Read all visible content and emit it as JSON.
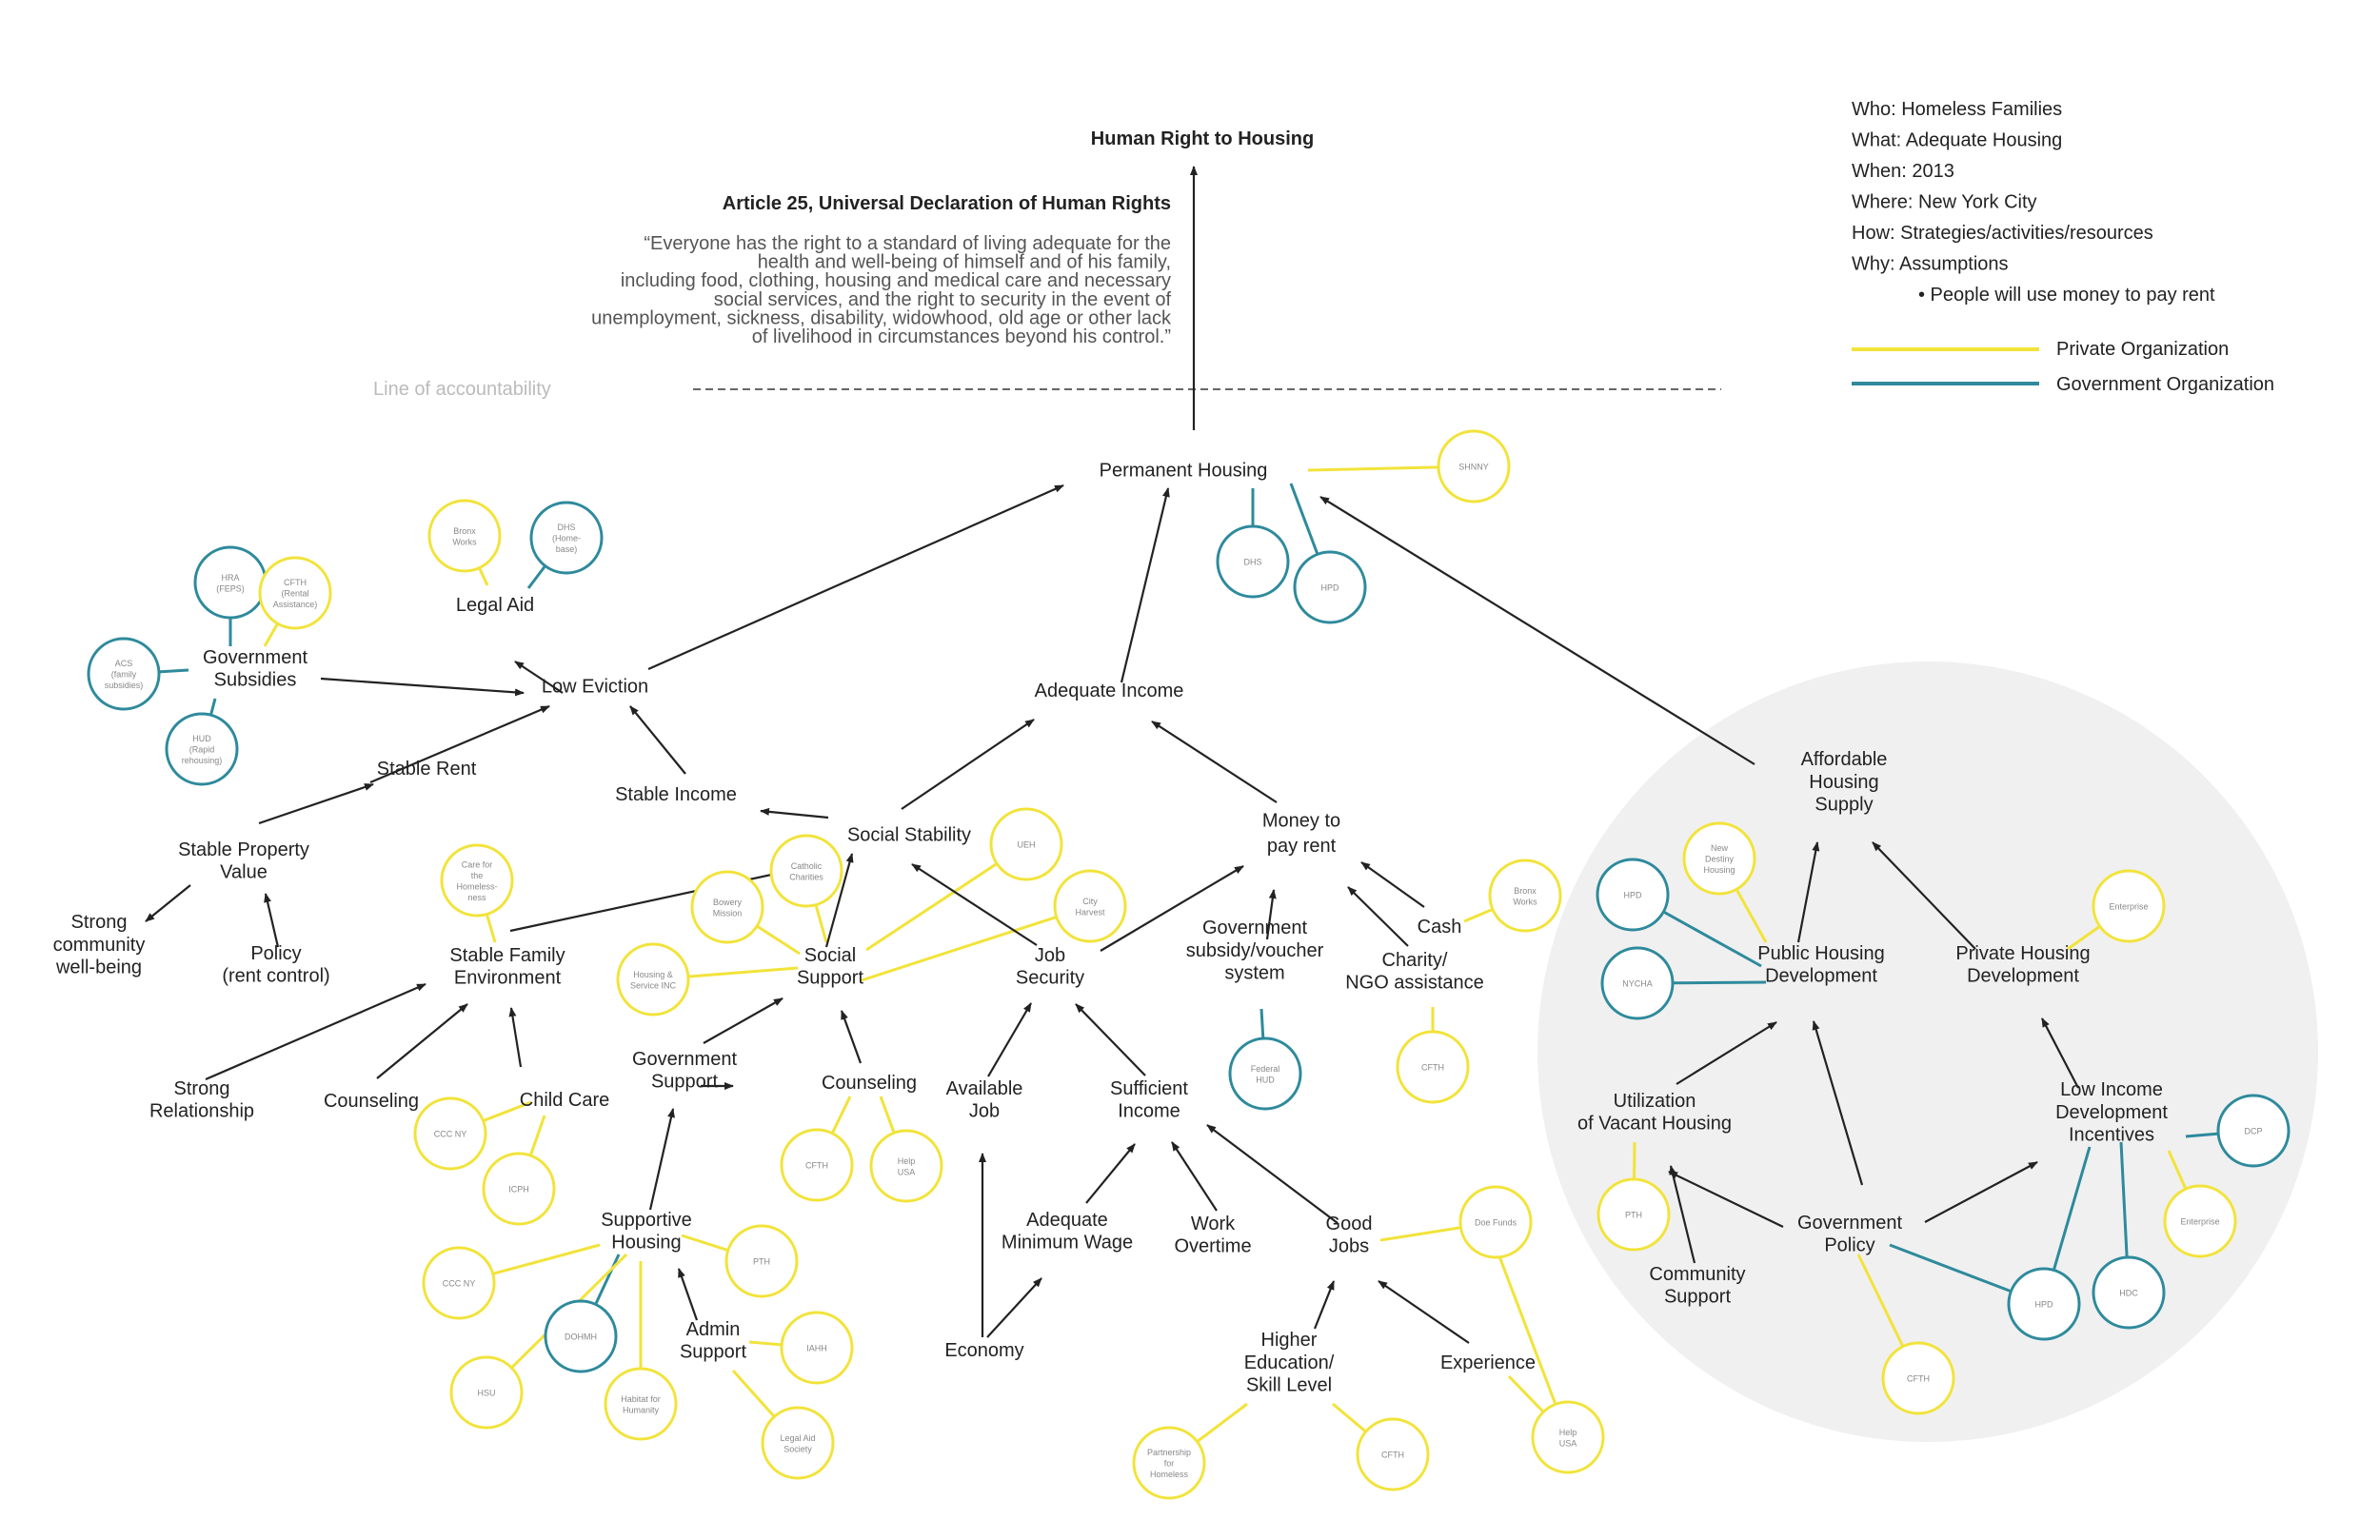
{
  "title": "Human Right to Housing",
  "article": {
    "heading": "Article 25, Universal Declaration of Human Rights",
    "quote_lines": [
      "“Everyone has the right to a standard of living adequate for the",
      "health and well-being of himself and of his family,",
      "including food, clothing, housing and medical care and necessary",
      "social services, and the right to security in the event of",
      "unemployment, sickness, disability, widowhood, old age or other lack",
      "of livelihood in circumstances beyond his control.”"
    ]
  },
  "line_of_accountability": "Line of accountability",
  "info": {
    "lines": [
      "Who: Homeless Families",
      "What: Adequate Housing",
      "When: 2013",
      "Where: New York City",
      "How: Strategies/activities/resources",
      "Why: Assumptions"
    ],
    "bullet": "• People will use money to pay rent"
  },
  "legend": [
    {
      "label": "Private Organization",
      "color": "#f2e33a"
    },
    {
      "label": "Government Organization",
      "color": "#2e8a9c"
    }
  ],
  "colors": {
    "private": "#f2e33a",
    "government": "#2e8a9c",
    "arrow": "#222222",
    "connector": "#555555",
    "region": "#f0f0f0"
  },
  "nodes": [
    {
      "id": "permanent-housing",
      "lines": [
        "Permanent Housing"
      ]
    },
    {
      "id": "legal-aid",
      "lines": [
        "Legal Aid"
      ]
    },
    {
      "id": "government-subsidies",
      "lines": [
        "Government",
        "Subsidies"
      ]
    },
    {
      "id": "low-eviction",
      "lines": [
        "Low Eviction"
      ]
    },
    {
      "id": "adequate-income",
      "lines": [
        "Adequate Income"
      ]
    },
    {
      "id": "stable-rent",
      "lines": [
        "Stable Rent"
      ]
    },
    {
      "id": "stable-income",
      "lines": [
        "Stable Income"
      ]
    },
    {
      "id": "social-stability",
      "lines": [
        "Social Stability"
      ]
    },
    {
      "id": "money-to-pay-rent",
      "lines": [
        "Money to",
        "pay rent"
      ]
    },
    {
      "id": "stable-property-value",
      "lines": [
        "Stable Property",
        "Value"
      ]
    },
    {
      "id": "strong-community",
      "lines": [
        "Strong",
        "community",
        "well-being"
      ]
    },
    {
      "id": "policy",
      "lines": [
        "Policy",
        "(rent control)"
      ]
    },
    {
      "id": "stable-family",
      "lines": [
        "Stable Family",
        "Environment"
      ]
    },
    {
      "id": "social-support",
      "lines": [
        "Social",
        "Support"
      ]
    },
    {
      "id": "job-security",
      "lines": [
        "Job",
        "Security"
      ]
    },
    {
      "id": "cash",
      "lines": [
        "Cash"
      ]
    },
    {
      "id": "gov-subsidy-voucher",
      "lines": [
        "Government",
        "subsidy/voucher",
        "system"
      ]
    },
    {
      "id": "charity",
      "lines": [
        "Charity/",
        "NGO assistance"
      ]
    },
    {
      "id": "government-support",
      "lines": [
        "Government",
        "Support"
      ]
    },
    {
      "id": "counseling-2",
      "lines": [
        "Counseling"
      ]
    },
    {
      "id": "strong-relationship",
      "lines": [
        "Strong",
        "Relationship"
      ]
    },
    {
      "id": "counseling",
      "lines": [
        "Counseling"
      ]
    },
    {
      "id": "child-care",
      "lines": [
        "Child Care"
      ]
    },
    {
      "id": "available-job",
      "lines": [
        "Available",
        "Job"
      ]
    },
    {
      "id": "sufficient-income",
      "lines": [
        "Sufficient",
        "Income"
      ]
    },
    {
      "id": "supportive-housing",
      "lines": [
        "Supportive",
        "Housing"
      ]
    },
    {
      "id": "adequate-min-wage",
      "lines": [
        "Adequate",
        "Minimum Wage"
      ]
    },
    {
      "id": "work-overtime",
      "lines": [
        "Work",
        "Overtime"
      ]
    },
    {
      "id": "good-jobs",
      "lines": [
        "Good",
        "Jobs"
      ]
    },
    {
      "id": "admin-support",
      "lines": [
        "Admin",
        "Support"
      ]
    },
    {
      "id": "economy",
      "lines": [
        "Economy"
      ]
    },
    {
      "id": "higher-education",
      "lines": [
        "Higher",
        "Education/",
        "Skill Level"
      ]
    },
    {
      "id": "experience",
      "lines": [
        "Experience"
      ]
    },
    {
      "id": "affordable-housing",
      "lines": [
        "Affordable",
        "Housing",
        "Supply"
      ]
    },
    {
      "id": "public-housing",
      "lines": [
        "Public Housing",
        "Development"
      ]
    },
    {
      "id": "private-housing",
      "lines": [
        "Private Housing",
        "Development"
      ]
    },
    {
      "id": "vacant-housing",
      "lines": [
        "Utilization",
        "of Vacant Housing"
      ]
    },
    {
      "id": "low-income-incentives",
      "lines": [
        "Low Income",
        "Development",
        "Incentives"
      ]
    },
    {
      "id": "government-policy",
      "lines": [
        "Government",
        "Policy"
      ]
    },
    {
      "id": "community-support",
      "lines": [
        "Community",
        "Support"
      ]
    }
  ],
  "organizations": [
    {
      "id": "shnny",
      "lines": [
        "SHNNY"
      ],
      "kind": "private"
    },
    {
      "id": "dhs",
      "lines": [
        "DHS"
      ],
      "kind": "government"
    },
    {
      "id": "hpd",
      "lines": [
        "HPD"
      ],
      "kind": "government"
    },
    {
      "id": "bronx-works",
      "lines": [
        "Bronx",
        "Works"
      ],
      "kind": "private"
    },
    {
      "id": "dhs-home-base",
      "lines": [
        "DHS",
        "(Home-",
        "base)"
      ],
      "kind": "government"
    },
    {
      "id": "hra",
      "lines": [
        "HRA",
        "(FEPS)"
      ],
      "kind": "government"
    },
    {
      "id": "cfth-rental",
      "lines": [
        "CFTH",
        "(Rental",
        "Assistance)"
      ],
      "kind": "private"
    },
    {
      "id": "acs",
      "lines": [
        "ACS",
        "(family",
        "subsidies)"
      ],
      "kind": "government"
    },
    {
      "id": "hud-rapid",
      "lines": [
        "HUD",
        "(Rapid",
        "rehousing)"
      ],
      "kind": "government"
    },
    {
      "id": "care-homeless",
      "lines": [
        "Care for",
        "the",
        "Homeless-",
        "ness"
      ],
      "kind": "private"
    },
    {
      "id": "catholic-charities",
      "lines": [
        "Catholic",
        "Charities"
      ],
      "kind": "private"
    },
    {
      "id": "ueh",
      "lines": [
        "UEH"
      ],
      "kind": "private"
    },
    {
      "id": "bowery-mission",
      "lines": [
        "Bowery",
        "Mission"
      ],
      "kind": "private"
    },
    {
      "id": "city-harvest",
      "lines": [
        "City",
        "Harvest"
      ],
      "kind": "private"
    },
    {
      "id": "housing-service",
      "lines": [
        "Housing &",
        "Service INC"
      ],
      "kind": "private"
    },
    {
      "id": "bronx-works-2",
      "lines": [
        "Bronx",
        "Works"
      ],
      "kind": "private"
    },
    {
      "id": "federal-hud",
      "lines": [
        "Federal",
        "HUD"
      ],
      "kind": "government"
    },
    {
      "id": "cfth-charity",
      "lines": [
        "CFTH"
      ],
      "kind": "private"
    },
    {
      "id": "ccc-ny",
      "lines": [
        "CCC NY"
      ],
      "kind": "private"
    },
    {
      "id": "icph",
      "lines": [
        "ICPH"
      ],
      "kind": "private"
    },
    {
      "id": "cfth-counseling",
      "lines": [
        "CFTH"
      ],
      "kind": "private"
    },
    {
      "id": "help-usa",
      "lines": [
        "Help",
        "USA"
      ],
      "kind": "private"
    },
    {
      "id": "ccc-ny-2",
      "lines": [
        "CCC NY"
      ],
      "kind": "private"
    },
    {
      "id": "pth",
      "lines": [
        "PTH"
      ],
      "kind": "private"
    },
    {
      "id": "dohmh",
      "lines": [
        "DOHMH"
      ],
      "kind": "government"
    },
    {
      "id": "hsu",
      "lines": [
        "HSU"
      ],
      "kind": "private"
    },
    {
      "id": "habitat",
      "lines": [
        "Habitat for",
        "Humanity"
      ],
      "kind": "private"
    },
    {
      "id": "iahh",
      "lines": [
        "IAHH"
      ],
      "kind": "private"
    },
    {
      "id": "legal-aid-society",
      "lines": [
        "Legal Aid",
        "Society"
      ],
      "kind": "private"
    },
    {
      "id": "doe-funds",
      "lines": [
        "Doe Funds"
      ],
      "kind": "private"
    },
    {
      "id": "partnership",
      "lines": [
        "Partnership",
        "for",
        "Homeless"
      ],
      "kind": "private"
    },
    {
      "id": "cfth-education",
      "lines": [
        "CFTH"
      ],
      "kind": "private"
    },
    {
      "id": "help-usa-2",
      "lines": [
        "Help",
        "USA"
      ],
      "kind": "private"
    },
    {
      "id": "new-destiny",
      "lines": [
        "New",
        "Destiny",
        "Housing"
      ],
      "kind": "private"
    },
    {
      "id": "hpd-public",
      "lines": [
        "HPD"
      ],
      "kind": "government"
    },
    {
      "id": "nycha",
      "lines": [
        "NYCHA"
      ],
      "kind": "government"
    },
    {
      "id": "enterprise",
      "lines": [
        "Enterprise"
      ],
      "kind": "private"
    },
    {
      "id": "pth-2",
      "lines": [
        "PTH"
      ],
      "kind": "private"
    },
    {
      "id": "dcp",
      "lines": [
        "DCP"
      ],
      "kind": "government"
    },
    {
      "id": "enterprise-2",
      "lines": [
        "Enterprise"
      ],
      "kind": "private"
    },
    {
      "id": "hpd-policy",
      "lines": [
        "HPD"
      ],
      "kind": "government"
    },
    {
      "id": "hdc",
      "lines": [
        "HDC"
      ],
      "kind": "government"
    },
    {
      "id": "cfth-policy",
      "lines": [
        "CFTH"
      ],
      "kind": "private"
    }
  ]
}
